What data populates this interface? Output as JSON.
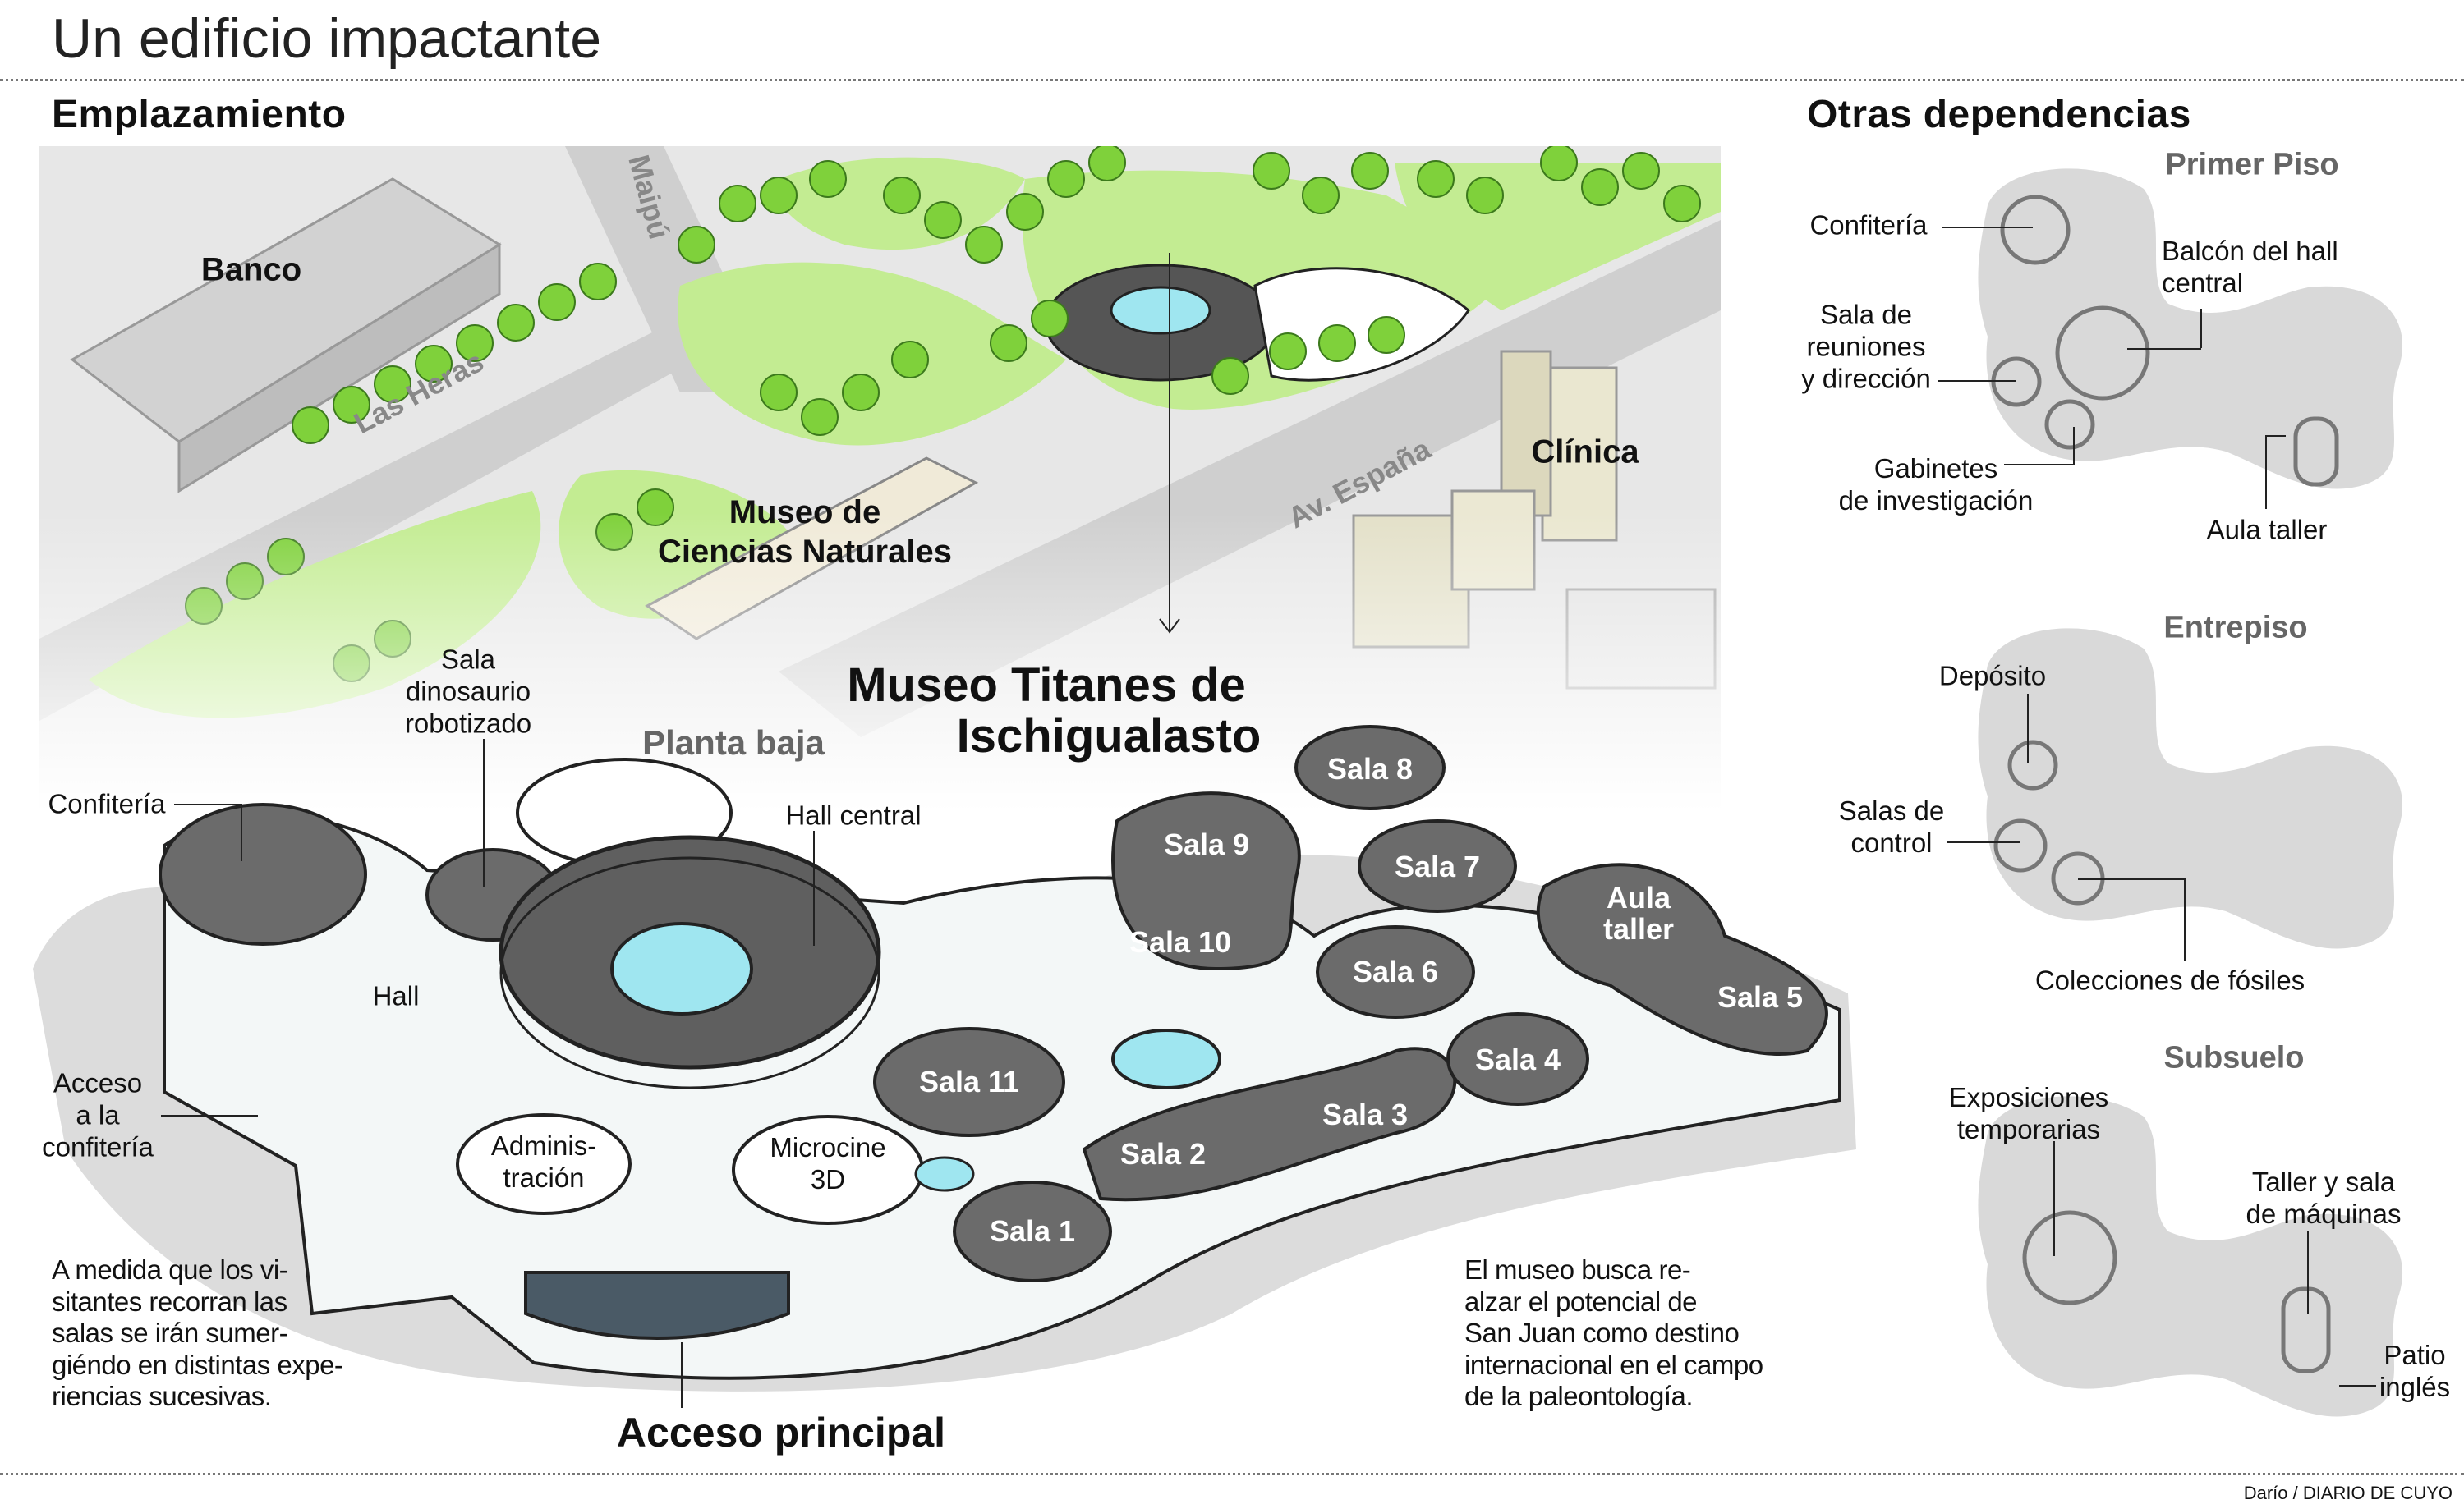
{
  "title": "Un edificio impactante",
  "sections": {
    "location": "Emplazamiento",
    "other": "Otras dependencias"
  },
  "map": {
    "bank": "Banco",
    "street_maipu": "Maipú",
    "street_las_heras": "Las Heras",
    "street_espana": "Av. España",
    "natural_museum": "Museo de\nCiencias Naturales",
    "clinic": "Clínica"
  },
  "building": {
    "name_line1": "Museo Titanes de",
    "name_line2": "Ischigualasto",
    "floor": "Planta baja",
    "main_access": "Acceso principal",
    "labels": {
      "dino_room": "Sala\ndinosaurio\nrobotizado",
      "confiteria": "Confitería",
      "hall_central": "Hall central",
      "hall": "Hall",
      "confiteria_access": "Acceso\na la\nconfitería",
      "admin": "Adminis-\ntración",
      "cinema": "Microcine\n3D"
    },
    "rooms": {
      "sala1": "Sala 1",
      "sala2": "Sala 2",
      "sala3": "Sala 3",
      "sala4": "Sala 4",
      "sala5": "Sala 5",
      "sala6": "Sala 6",
      "sala7": "Sala 7",
      "sala8": "Sala 8",
      "sala9": "Sala 9",
      "sala10": "Sala 10",
      "sala11": "Sala 11",
      "aula": "Aula\ntaller"
    },
    "text_left": "A medida que los vi-\nsitantes recorran las\nsalas se irán sumer-\ngiéndo en distintas expe-\nriencias sucesivas.",
    "text_right": "El museo busca re-\nalzar el potencial de\nSan Juan como destino\ninternacional en el campo\nde la paleontología."
  },
  "floors": {
    "primer_piso": {
      "title": "Primer Piso",
      "confiteria": "Confitería",
      "balcon": "Balcón del hall\ncentral",
      "reuniones": "Sala de\nreuniones\ny dirección",
      "gabinetes": "Gabinetes\nde investigación",
      "aula": "Aula taller"
    },
    "entrepiso": {
      "title": "Entrepiso",
      "deposito": "Depósito",
      "control": "Salas de\ncontrol",
      "colecciones": "Colecciones de fósiles"
    },
    "subsuelo": {
      "title": "Subsuelo",
      "exposiciones": "Exposiciones\ntemporarias",
      "taller": "Taller y sala\nde máquinas",
      "patio": "Patio\ninglés"
    }
  },
  "credit": "Darío / DIARIO DE CUYO",
  "colors": {
    "room": "#6b6b6b",
    "glass": "#9fe6f0",
    "green": "#b9e88a",
    "tree": "#7fd13b",
    "shadow": "#dcdcdc"
  }
}
